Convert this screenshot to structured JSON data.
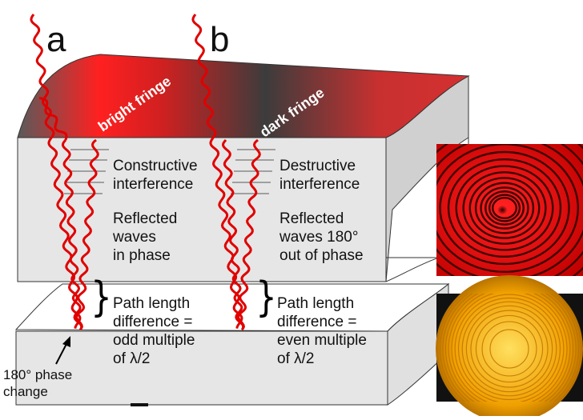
{
  "labels": {
    "a": "a",
    "b": "b",
    "bright_fringe": "bright fringe",
    "dark_fringe": "dark fringe",
    "constructive": [
      "Constructive",
      "interference"
    ],
    "destructive": [
      "Destructive",
      "interference"
    ],
    "reflected_in_phase": [
      "Reflected",
      "waves",
      "in phase"
    ],
    "reflected_out_phase": [
      "Reflected",
      "waves 180°",
      "out of phase"
    ],
    "path_odd": [
      "Path length",
      "difference =",
      "odd multiple",
      "of λ/2"
    ],
    "path_even": [
      "Path length",
      "difference =",
      "even multiple",
      "of λ/2"
    ],
    "phase_change": [
      "180° phase",
      "change"
    ],
    "brace": "}"
  },
  "colors": {
    "wave": "#e00000",
    "slab_face": "#e6e6e6",
    "slab_outline": "#333333",
    "fringe_red": "#e02020",
    "fringe_dark": "#3c3c3c",
    "photo_red_bg": "#c00000",
    "photo_yellow": "#f0a800"
  },
  "icons": {
    "arrow": "arrow-up-right-icon",
    "brace": "right-curly-brace-icon"
  }
}
